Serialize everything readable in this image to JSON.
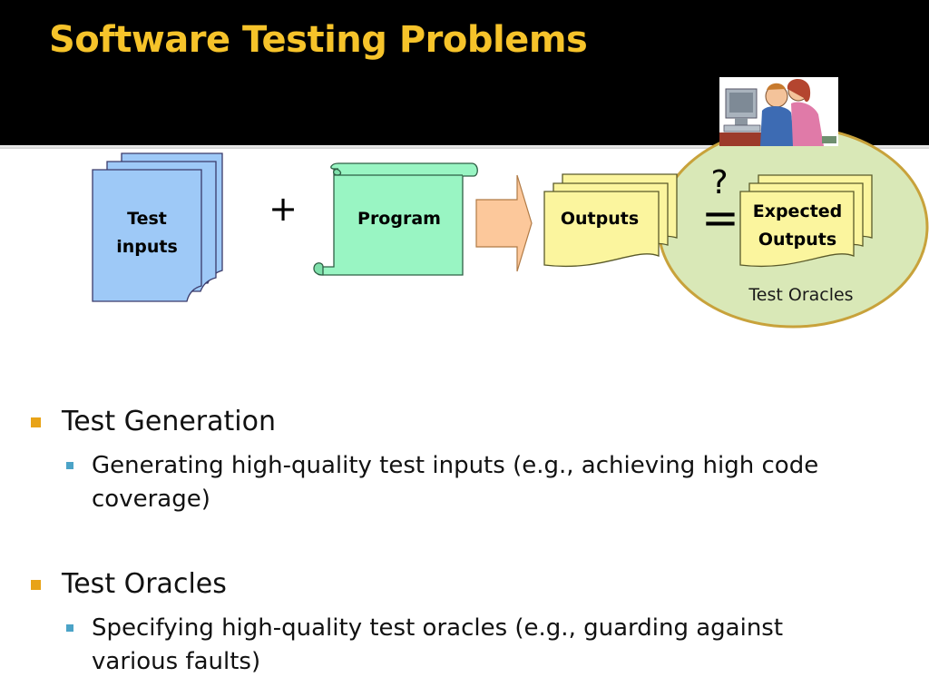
{
  "slide": {
    "title": "Software Testing Problems"
  },
  "diagram": {
    "test_inputs": [
      "Test",
      "inputs"
    ],
    "plus": "+",
    "program": "Program",
    "outputs": "Outputs",
    "question": "?",
    "equals": "=",
    "expected_outputs": [
      "Expected",
      "Outputs"
    ],
    "oracle_caption": "Test Oracles",
    "clipart_icon": "cartoon-people-at-computer-icon"
  },
  "bullets": [
    {
      "text": "Test Generation",
      "sub": [
        "Generating high-quality test inputs (e.g., achieving high code",
        "coverage)"
      ]
    },
    {
      "text": "Test Oracles",
      "sub": [
        "Specifying high-quality test oracles (e.g., guarding against",
        "various faults)"
      ]
    }
  ],
  "colors": {
    "title": "#f6c32a",
    "bullet_l1": "#e8a317",
    "bullet_l2": "#4ba3c7",
    "test_inputs_fill": "#9ec9f7",
    "program_fill": "#99f5c3",
    "arrow_fill": "#fcc89b",
    "outputs_fill": "#fbf59e",
    "oracle_fill": "#d9e8b7",
    "oracle_border": "#c8a23b"
  }
}
